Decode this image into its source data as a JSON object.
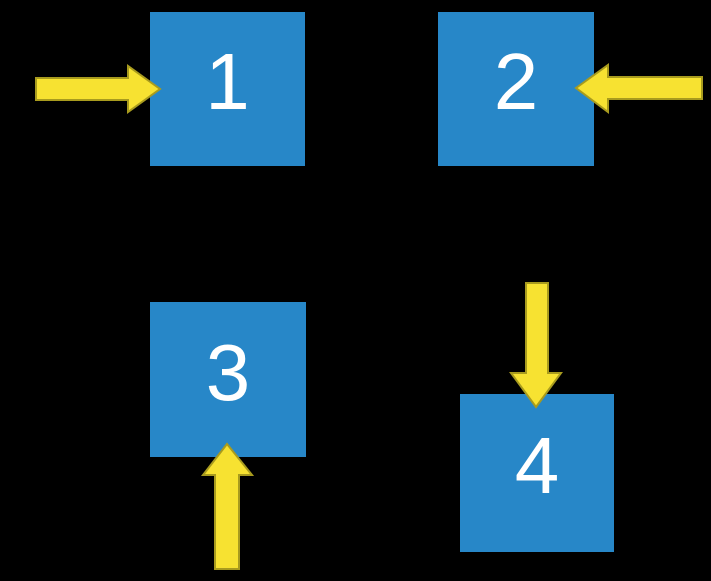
{
  "colors": {
    "background": "#000000",
    "box-fill": "#2787C8",
    "arrow-fill": "#F7E231",
    "arrow-outline": "#A89B1E",
    "label-color": "#FFFFFF"
  },
  "boxes": [
    {
      "label": "1",
      "icon": "arrow-right-icon"
    },
    {
      "label": "2",
      "icon": "arrow-left-icon"
    },
    {
      "label": "3",
      "icon": "arrow-up-icon"
    },
    {
      "label": "4",
      "icon": "arrow-down-icon"
    }
  ]
}
